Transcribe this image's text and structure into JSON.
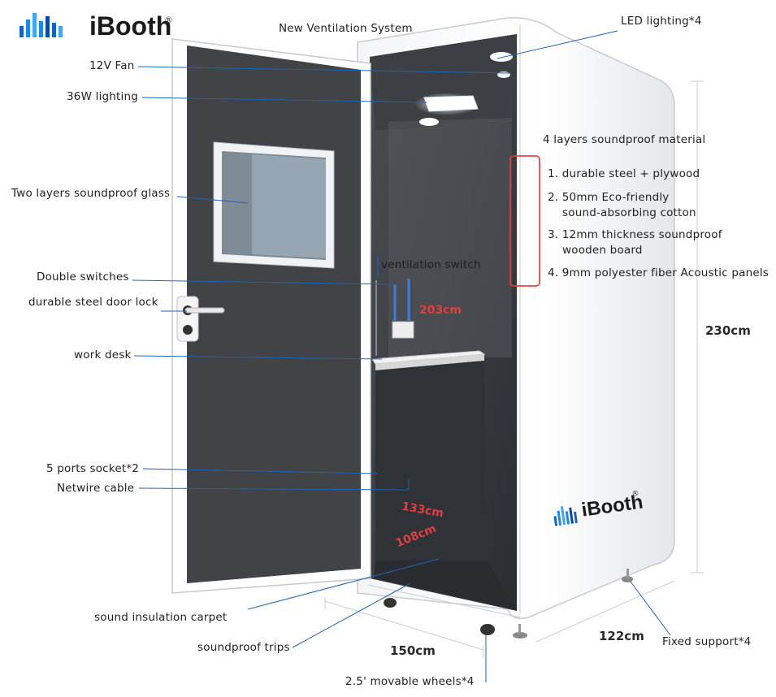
{
  "brand": {
    "name": "iBooth",
    "mark": "®"
  },
  "colors": {
    "accent_blue": "#1e64b4",
    "bar_colors": [
      "#1565c0",
      "#1e88e5",
      "#42a5f5",
      "#1e88e5",
      "#0d47a1",
      "#1565c0",
      "#42a5f5"
    ],
    "red": "#e04040"
  },
  "labels": {
    "new_ventilation": "New Ventilation System",
    "led_lighting": "LED lighting*4",
    "fan_12v": "12V Fan",
    "lighting_36w": "36W lighting",
    "two_layers_glass": "Two layers soundproof glass",
    "double_switches": "Double switches",
    "ventilation_switch": "ventilation switch",
    "door_lock": "durable steel door lock",
    "work_desk": "work desk",
    "socket": "5 ports socket*2",
    "netwire": "Netwire cable",
    "carpet": "sound insulation carpet",
    "strips": "soundproof trips",
    "wheels": "2.5' movable wheels*4",
    "fixed_support": "Fixed support*4"
  },
  "material": {
    "title": "4 layers soundproof material",
    "layers": [
      "1. durable steel + plywood",
      "2. 50mm Eco-friendly",
      "sound-absorbing cotton",
      "3. 12mm thickness soundproof",
      "wooden board",
      "4. 9mm polyester fiber Acoustic panels"
    ]
  },
  "dimensions": {
    "height_outer": "230cm",
    "height_inner": "203cm",
    "width": "150cm",
    "depth": "122cm",
    "inner_a": "133cm",
    "inner_b": "108cm"
  }
}
